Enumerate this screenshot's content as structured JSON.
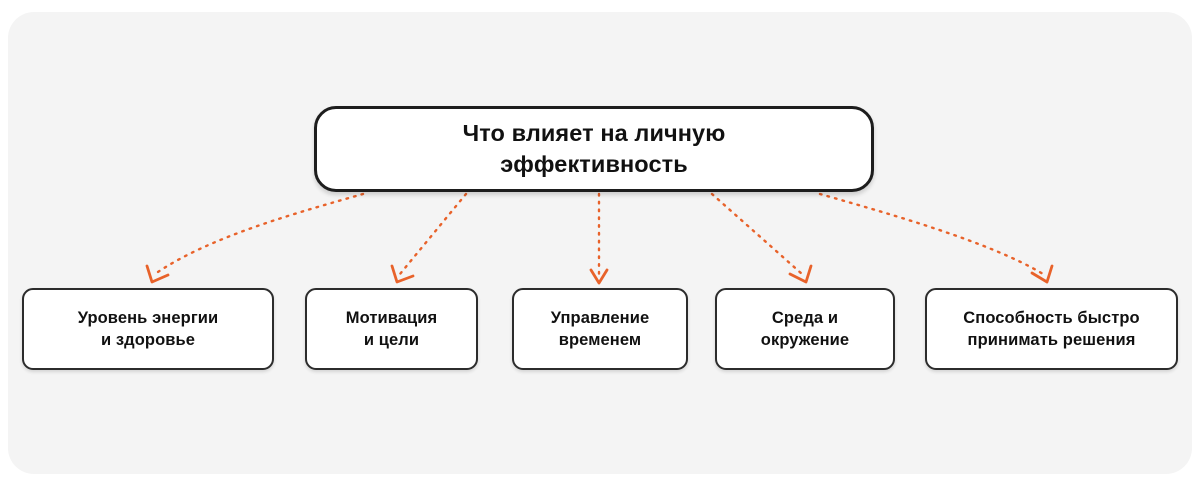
{
  "canvas": {
    "background_color": "#ffffff",
    "card_color": "#f4f4f4",
    "node_border_color": "#2c2c2c",
    "node_fill_color": "#ffffff",
    "text_color": "#111111",
    "connector_color": "#e8622a"
  },
  "diagram": {
    "type": "tree",
    "root": {
      "label": "Что влияет на личную\nэффективность"
    },
    "children": [
      {
        "label": "Уровень энергии\nи здоровье"
      },
      {
        "label": "Мотивация\nи цели"
      },
      {
        "label": "Управление\nвременем"
      },
      {
        "label": "Среда и\nокружение"
      },
      {
        "label": "Способность быстро\nпринимать решения"
      }
    ]
  }
}
